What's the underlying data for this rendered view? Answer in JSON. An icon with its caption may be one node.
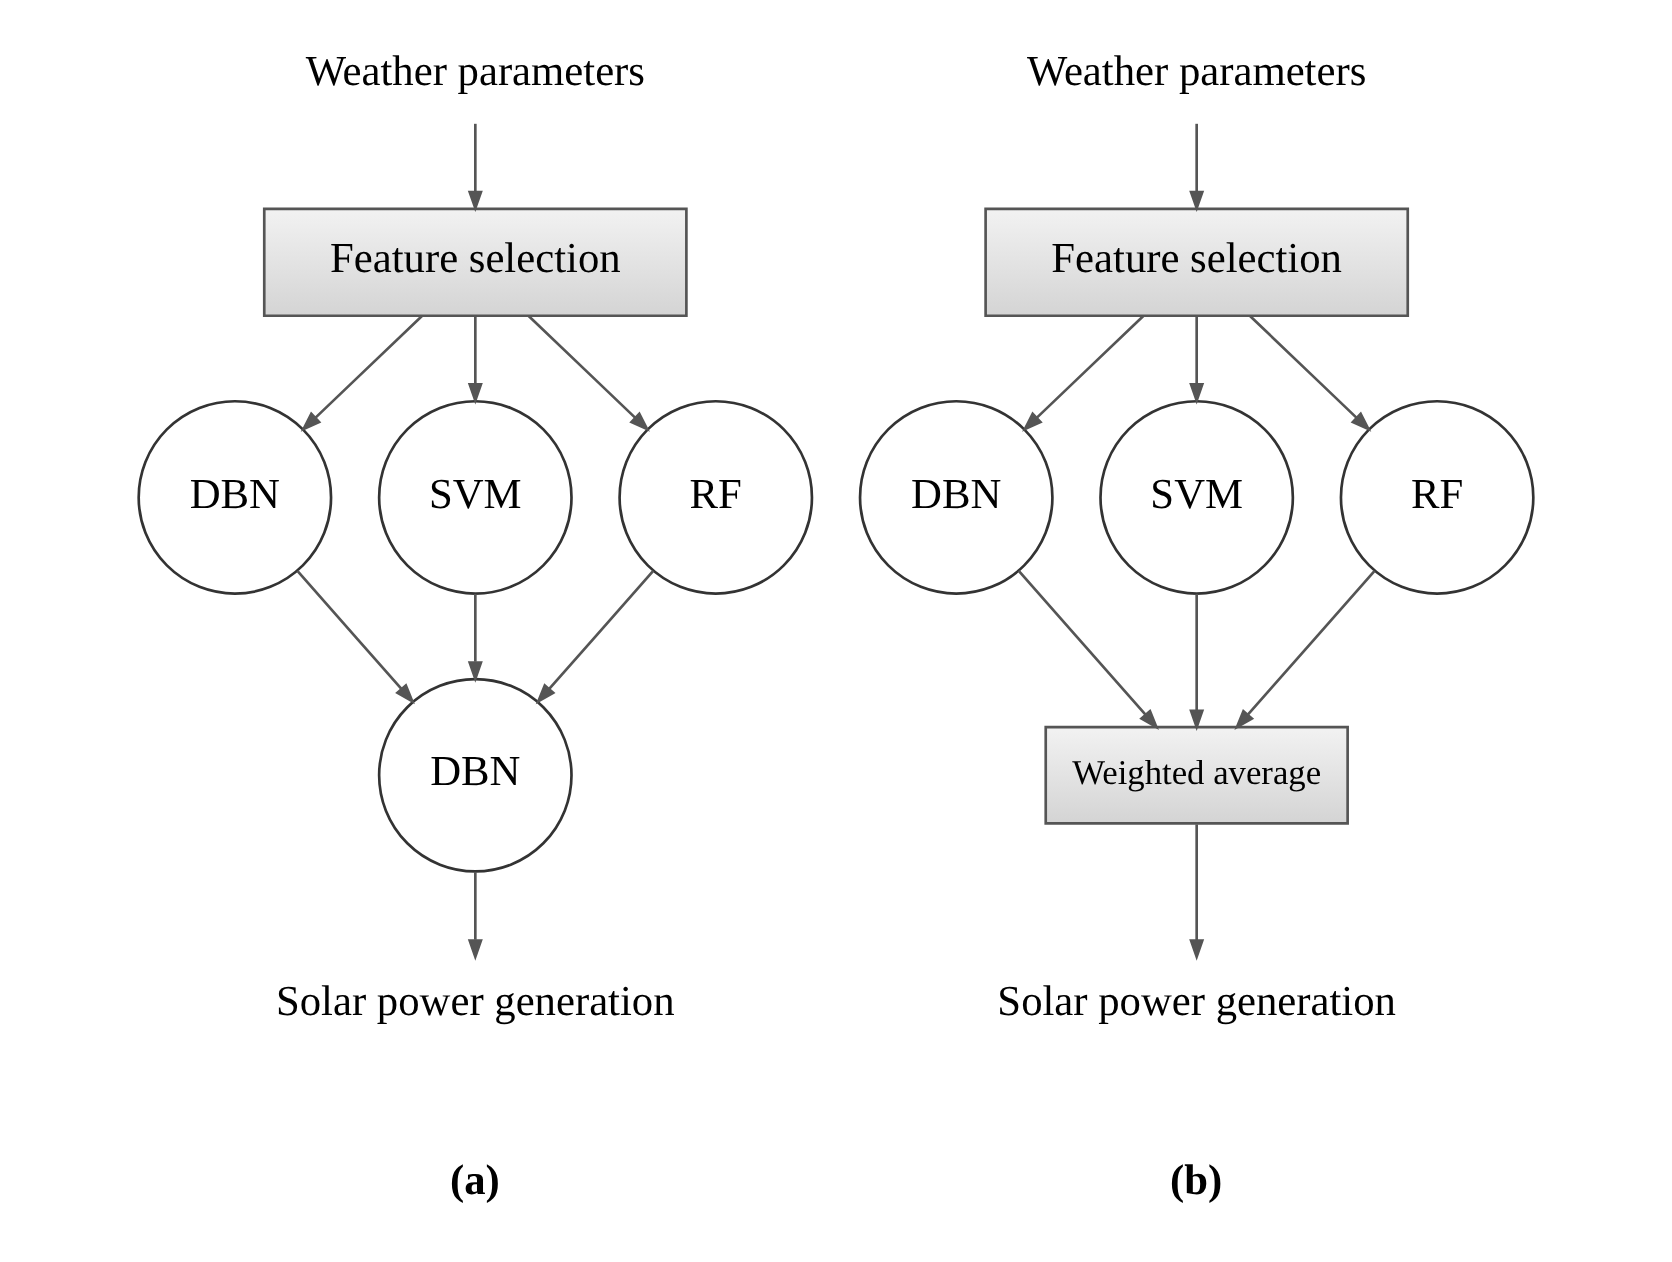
{
  "diagram": {
    "nodes": [
      {
        "text": [
          "Weather parameters"
        ]
      },
      {
        "text": [
          "Feature selection"
        ]
      },
      {
        "text": [
          "DBN"
        ]
      },
      {
        "text": [
          "SVM"
        ]
      },
      {
        "text": [
          "RF"
        ]
      },
      {
        "text": [
          "DBN"
        ]
      },
      {
        "text": [
          "Solar power generation"
        ]
      },
      {
        "text": [
          "Weather parameters"
        ]
      },
      {
        "text": [
          "Feature selection"
        ]
      },
      {
        "text": [
          "DBN"
        ]
      },
      {
        "text": [
          "SVM"
        ]
      },
      {
        "text": [
          "RF"
        ]
      },
      {
        "text": [
          "Weighted average"
        ]
      },
      {
        "text": [
          "Solar power generation"
        ]
      }
    ],
    "edges": [
      {
        "from": 0,
        "to": 1,
        "arrow": "to"
      },
      {
        "from": 1,
        "to": 2,
        "arrow": "to"
      },
      {
        "from": 1,
        "to": 3,
        "arrow": "to"
      },
      {
        "from": 1,
        "to": 4,
        "arrow": "to"
      },
      {
        "from": 2,
        "to": 5,
        "arrow": "to"
      },
      {
        "from": 3,
        "to": 5,
        "arrow": "to"
      },
      {
        "from": 4,
        "to": 5,
        "arrow": "to"
      },
      {
        "from": 5,
        "to": 6,
        "arrow": "to"
      },
      {
        "from": 7,
        "to": 8,
        "arrow": "to"
      },
      {
        "from": 8,
        "to": 9,
        "arrow": "to"
      },
      {
        "from": 8,
        "to": 10,
        "arrow": "to"
      },
      {
        "from": 8,
        "to": 11,
        "arrow": "to"
      },
      {
        "from": 9,
        "to": 12,
        "arrow": "to"
      },
      {
        "from": 10,
        "to": 12,
        "arrow": "to"
      },
      {
        "from": 11,
        "to": 12,
        "arrow": "to"
      },
      {
        "from": 12,
        "to": 13,
        "arrow": "to"
      }
    ],
    "labels": [
      "(a)",
      "(b)"
    ]
  }
}
